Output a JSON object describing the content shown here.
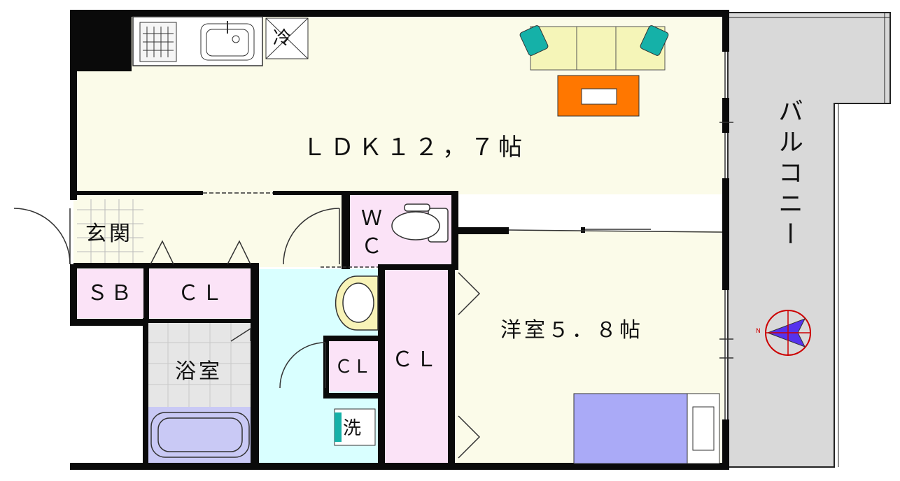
{
  "labels": {
    "fridge": "冷",
    "ldk": "ＬＤＫ１２，７帖",
    "entrance": "玄関",
    "wc_w": "Ｗ",
    "wc_c": "Ｃ",
    "sb": "ＳＢ",
    "cl_hall": "ＣＬ",
    "cl_small": "ＣＬ",
    "cl_bed": "ＣＬ",
    "western": "洋室５．８帖",
    "bath": "浴室",
    "washer": "洗",
    "balcony": "バルコニー",
    "compass_n": "N"
  },
  "colors": {
    "wall": "#0a0a0a",
    "ldk": "#fbfbe9",
    "closet": "#fbe3f7",
    "washroom": "#d9ffff",
    "bath": "#c9c9f5",
    "bath_tiles": "#e6e6e6",
    "balcony": "#d9d9d9",
    "sofa": "#f5f5b8",
    "cushion": "#15b1a8",
    "rug": "#ff7700",
    "bed": "#aaaaf7",
    "compass": "#cc0000",
    "compass_needle": "#5533ee"
  }
}
